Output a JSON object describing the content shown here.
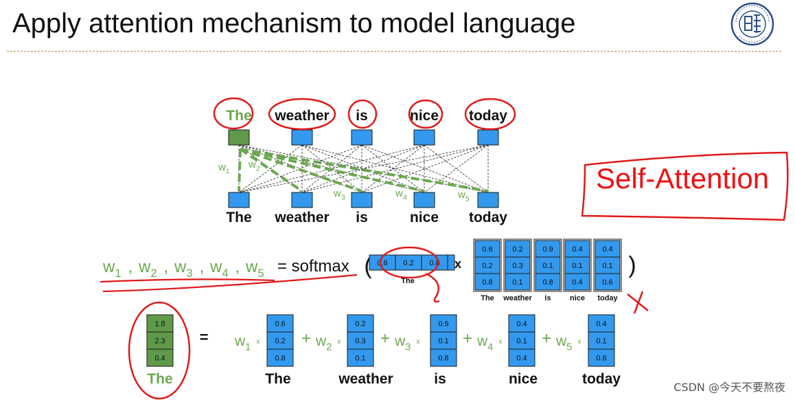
{
  "title": "Apply attention mechanism to model language",
  "logo": {
    "icon": "fudan-university-seal-icon"
  },
  "divider_color": "#b98a3a",
  "self_attention_label": "Self-Attention",
  "annotation_color": "#e01818",
  "box_color": "#3399ee",
  "query_box_color": "#5f9a4a",
  "weight_color": "#6aa84f",
  "network": {
    "query_word": "The",
    "top_words": [
      "The",
      "weather",
      "is",
      "nice",
      "today"
    ],
    "bottom_words": [
      "The",
      "weather",
      "is",
      "nice",
      "today"
    ],
    "weights": [
      {
        "base": "w",
        "sub": "1"
      },
      {
        "base": "w",
        "sub": "2"
      },
      {
        "base": "w",
        "sub": "3"
      },
      {
        "base": "w",
        "sub": "4"
      },
      {
        "base": "w",
        "sub": "5"
      }
    ]
  },
  "equation1": {
    "weights": [
      {
        "base": "w",
        "sub": "1"
      },
      {
        "base": "w",
        "sub": "2"
      },
      {
        "base": "w",
        "sub": "3"
      },
      {
        "base": "w",
        "sub": "4"
      },
      {
        "base": "w",
        "sub": "5"
      }
    ],
    "equals_softmax": "= softmax",
    "open_paren": "(",
    "close_paren": ")",
    "times": "x",
    "query_vector": {
      "values": [
        "0.6",
        "0.2",
        "0.8"
      ],
      "label": "The"
    },
    "key_matrix": {
      "columns": [
        {
          "values": [
            "0.6",
            "0.2",
            "0.8"
          ],
          "label": "The"
        },
        {
          "values": [
            "0.2",
            "0.3",
            "0.1"
          ],
          "label": "weather"
        },
        {
          "values": [
            "0.9",
            "0.1",
            "0.8"
          ],
          "label": "is"
        },
        {
          "values": [
            "0.4",
            "0.1",
            "0.4"
          ],
          "label": "nice"
        },
        {
          "values": [
            "0.4",
            "0.1",
            "0.6"
          ],
          "label": "today"
        }
      ]
    }
  },
  "equation2": {
    "result": {
      "values": [
        "1.8",
        "2.3",
        "0.4"
      ],
      "label": "The"
    },
    "equals": "=",
    "times": "x",
    "plus": "+",
    "terms": [
      {
        "weight": {
          "base": "w",
          "sub": "1"
        },
        "values": [
          "0.6",
          "0.2",
          "0.8"
        ],
        "label": "The"
      },
      {
        "weight": {
          "base": "w",
          "sub": "2"
        },
        "values": [
          "0.2",
          "0.3",
          "0.1"
        ],
        "label": "weather"
      },
      {
        "weight": {
          "base": "w",
          "sub": "3"
        },
        "values": [
          "0.9",
          "0.1",
          "0.8"
        ],
        "label": "is"
      },
      {
        "weight": {
          "base": "w",
          "sub": "4"
        },
        "values": [
          "0.4",
          "0.1",
          "0.4"
        ],
        "label": "nice"
      },
      {
        "weight": {
          "base": "w",
          "sub": "5"
        },
        "values": [
          "0.4",
          "0.1",
          "0.6"
        ],
        "label": "today"
      }
    ]
  },
  "watermark": "CSDN @今天不要熬夜"
}
